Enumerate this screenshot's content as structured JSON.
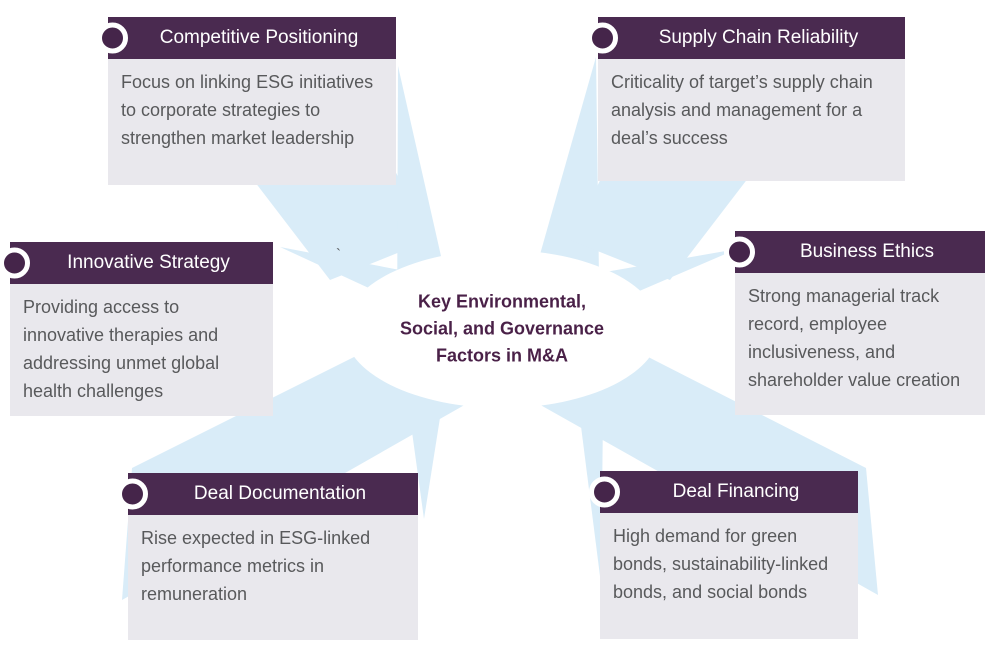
{
  "center": {
    "title_line1": "Key Environmental,",
    "title_line2": "Social, and Governance",
    "title_line3": "Factors in M&A"
  },
  "stray_mark": "`",
  "boxes": [
    {
      "id": "competitive-positioning",
      "title": "Competitive Positioning",
      "body": "Focus on linking ESG initiatives to corporate strategies to strengthen market leadership"
    },
    {
      "id": "supply-chain-reliability",
      "title": "Supply Chain Reliability",
      "body": "Criticality of target’s supply chain analysis and management for a deal’s success"
    },
    {
      "id": "innovative-strategy",
      "title": "Innovative Strategy",
      "body": "Providing access to innovative therapies and addressing unmet global health challenges"
    },
    {
      "id": "business-ethics",
      "title": "Business Ethics",
      "body": "Strong managerial track record, employee inclusiveness, and shareholder value creation"
    },
    {
      "id": "deal-documentation",
      "title": "Deal Documentation",
      "body": "Rise expected in ESG-linked performance metrics in remuneration"
    },
    {
      "id": "deal-financing",
      "title": "Deal Financing",
      "body": "High demand for green bonds, sustainability-linked bonds, and social bonds"
    }
  ],
  "colors": {
    "header_purple": "#4a2a50",
    "circle_purple": "#45254a",
    "body_gray": "#e9e8ed",
    "body_text_gray": "#58595b",
    "title_purple": "#4a2148",
    "ray_blue": "#d9ecf8",
    "header_text": "#ffffff"
  }
}
